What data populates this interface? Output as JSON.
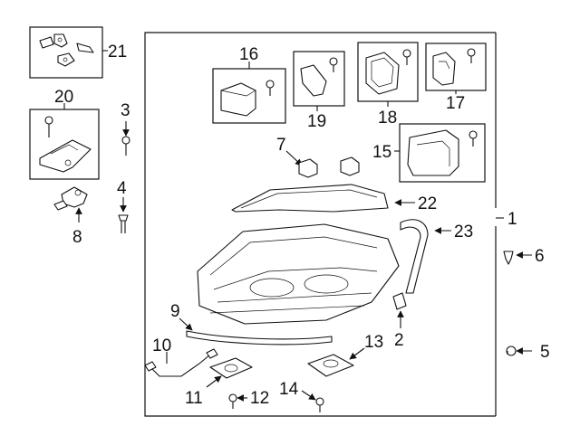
{
  "callouts": [
    "1",
    "2",
    "3",
    "4",
    "5",
    "6",
    "7",
    "8",
    "9",
    "10",
    "11",
    "12",
    "13",
    "14",
    "15",
    "16",
    "17",
    "18",
    "19",
    "20",
    "21",
    "22",
    "23"
  ],
  "colors": {
    "stroke": "#111111",
    "background": "#ffffff",
    "fill_light": "#f2f2f2"
  }
}
